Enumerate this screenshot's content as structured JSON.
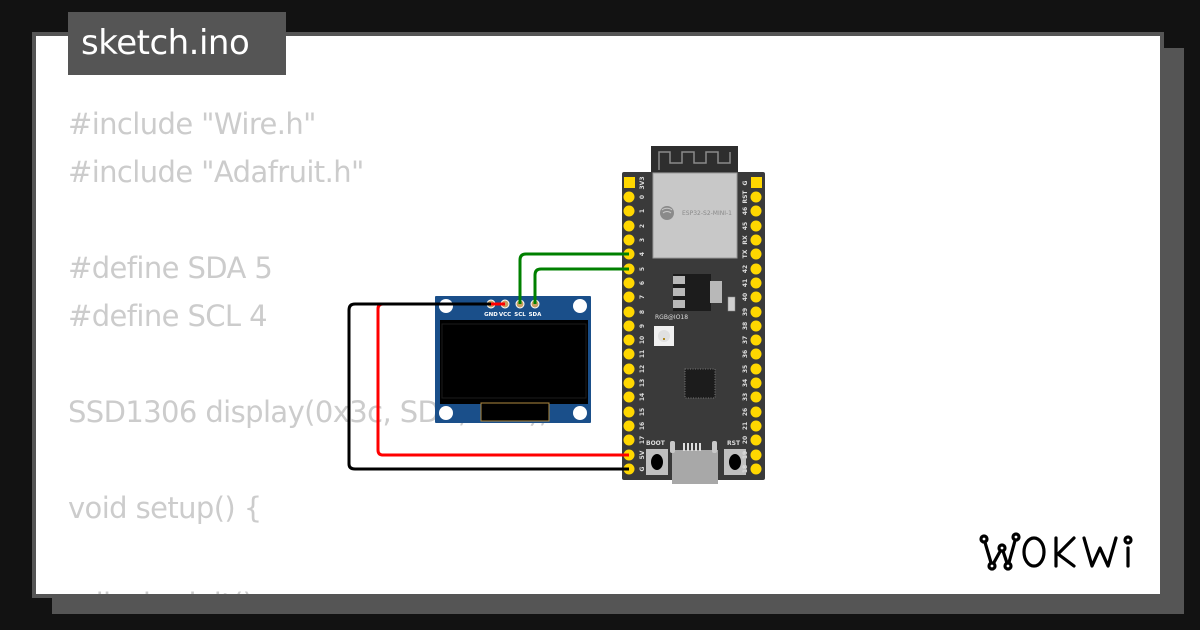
{
  "tab": {
    "filename": "sketch.ino"
  },
  "code": {
    "lines": [
      "#include \"Wire.h\"",
      "#include \"Adafruit.h\"",
      "",
      "#define SDA 5",
      "#define SCL 4",
      "",
      "SSD1306 display(0x3c, SDA, SCL);",
      "",
      "void setup() {",
      "",
      "  display.init();"
    ]
  },
  "diagram": {
    "board": {
      "module_label": "ESP32-S2-MINI-1",
      "rgb_label": "RGB@IO18",
      "boot_label": "BOOT",
      "rst_label": "RST",
      "left_pins": [
        "3V3",
        "0",
        "1",
        "2",
        "3",
        "4",
        "5",
        "6",
        "7",
        "8",
        "9",
        "10",
        "11",
        "12",
        "13",
        "14",
        "15",
        "16",
        "17",
        "5V",
        "G"
      ],
      "right_pins": [
        "G",
        "RST",
        "46",
        "45",
        "RX",
        "TX",
        "42",
        "41",
        "40",
        "39",
        "38",
        "37",
        "36",
        "35",
        "34",
        "33",
        "26",
        "21",
        "20",
        "19",
        "18"
      ]
    },
    "oled": {
      "pins": [
        "GND",
        "VCC",
        "SCL",
        "SDA"
      ]
    },
    "wires": [
      {
        "from": "oled.SCL",
        "to": "board.4",
        "color": "#008000"
      },
      {
        "from": "oled.SDA",
        "to": "board.5",
        "color": "#008000"
      },
      {
        "from": "oled.VCC",
        "to": "board.5V",
        "color": "#ff0000"
      },
      {
        "from": "oled.GND",
        "to": "board.G",
        "color": "#000000"
      }
    ]
  },
  "brand": {
    "logo": "WOKWI"
  },
  "colors": {
    "background": "#121212",
    "frame": "#555555",
    "card": "#ffffff",
    "code_text": "#cccccc",
    "pin": "#ffd700",
    "board": "#3a3a3a",
    "oled_pcb": "#1a4f8a"
  }
}
